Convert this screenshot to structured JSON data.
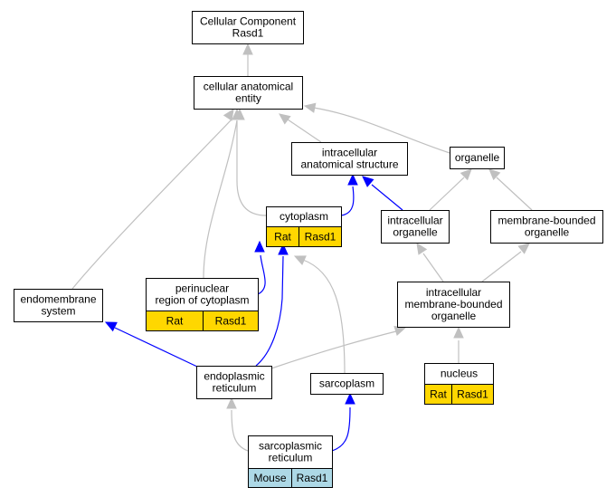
{
  "colors": {
    "gray_edge": "#c0c0c0",
    "blue_edge": "#0000ff",
    "rat_fill": "#ffd700",
    "mouse_fill": "#add8e6",
    "node_border": "#000000",
    "node_fill": "#ffffff"
  },
  "nodes": {
    "root": [
      "Cellular Component",
      "Rasd1"
    ],
    "cae": [
      "cellular anatomical",
      "entity"
    ],
    "ias": [
      "intracellular",
      "anatomical structure"
    ],
    "organelle": [
      "organelle"
    ],
    "cytoplasm": [
      "cytoplasm"
    ],
    "io": [
      "intracellular",
      "organelle"
    ],
    "mbo": [
      "membrane-bounded",
      "organelle"
    ],
    "perinuclear": [
      "perinuclear",
      "region of cytoplasm"
    ],
    "endomembrane": [
      "endomembrane",
      "system"
    ],
    "imbo": [
      "intracellular",
      "membrane-bounded",
      "organelle"
    ],
    "er": [
      "endoplasmic",
      "reticulum"
    ],
    "sarcoplasm": [
      "sarcoplasm"
    ],
    "nucleus": [
      "nucleus"
    ],
    "sr": [
      "sarcoplasmic",
      "reticulum"
    ]
  },
  "annotations": {
    "cytoplasm": [
      "Rat",
      "Rasd1"
    ],
    "perinuclear": [
      "Rat",
      "Rasd1"
    ],
    "nucleus": [
      "Rat",
      "Rasd1"
    ],
    "sr": [
      "Mouse",
      "Rasd1"
    ]
  },
  "edges": [
    {
      "from": "cae",
      "to": "root",
      "kind": "gray"
    },
    {
      "from": "ias",
      "to": "cae",
      "kind": "gray"
    },
    {
      "from": "organelle",
      "to": "cae",
      "kind": "gray"
    },
    {
      "from": "cytoplasm",
      "to": "cae",
      "kind": "gray"
    },
    {
      "from": "perinuclear",
      "to": "cae",
      "kind": "gray"
    },
    {
      "from": "endomembrane",
      "to": "cae",
      "kind": "gray"
    },
    {
      "from": "cytoplasm",
      "to": "ias",
      "kind": "blue"
    },
    {
      "from": "io",
      "to": "ias",
      "kind": "blue"
    },
    {
      "from": "io",
      "to": "organelle",
      "kind": "gray"
    },
    {
      "from": "mbo",
      "to": "organelle",
      "kind": "gray"
    },
    {
      "from": "imbo",
      "to": "io",
      "kind": "gray"
    },
    {
      "from": "imbo",
      "to": "mbo",
      "kind": "gray"
    },
    {
      "from": "perinuclear",
      "to": "cytoplasm",
      "kind": "blue"
    },
    {
      "from": "er",
      "to": "cytoplasm",
      "kind": "blue"
    },
    {
      "from": "sarcoplasm",
      "to": "cytoplasm",
      "kind": "gray"
    },
    {
      "from": "er",
      "to": "endomembrane",
      "kind": "blue"
    },
    {
      "from": "er",
      "to": "imbo",
      "kind": "gray"
    },
    {
      "from": "nucleus",
      "to": "imbo",
      "kind": "gray"
    },
    {
      "from": "sr",
      "to": "er",
      "kind": "gray"
    },
    {
      "from": "sr",
      "to": "sarcoplasm",
      "kind": "blue"
    }
  ]
}
